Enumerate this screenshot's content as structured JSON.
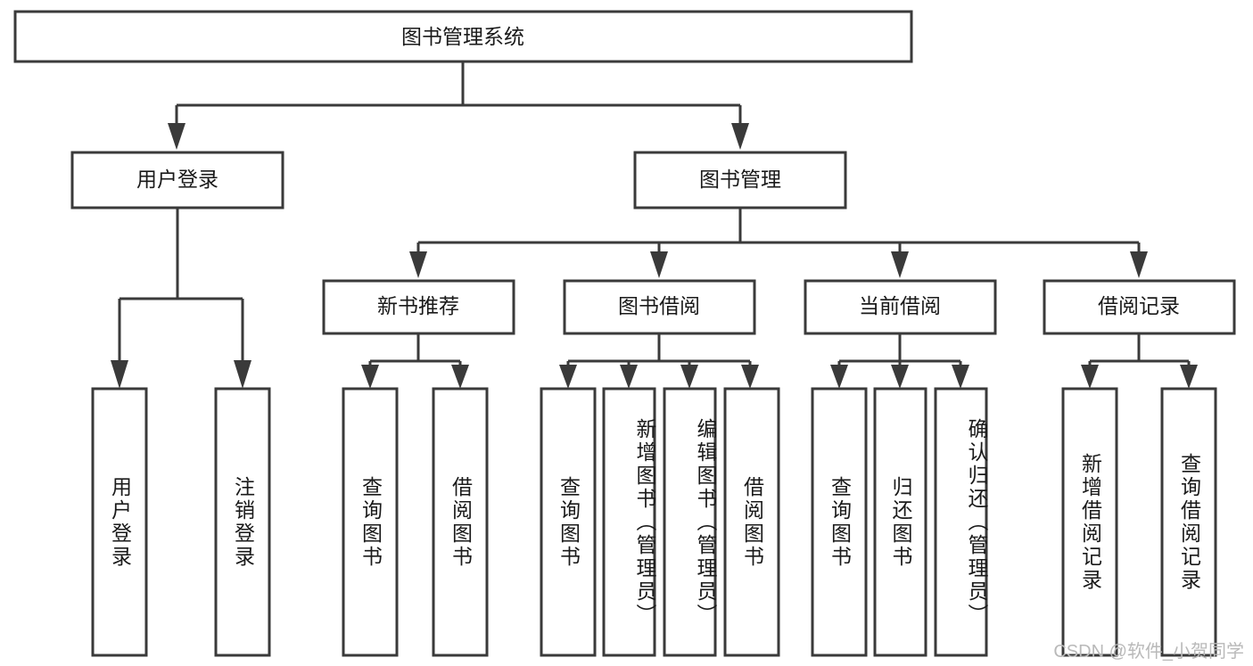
{
  "diagram": {
    "type": "tree-hierarchy",
    "title": "图书管理系统",
    "watermark": "CSDN @软件_小贺同学",
    "colors": {
      "stroke": "#3a3a3a",
      "fill": "#ffffff",
      "text": "#1a1a1a",
      "watermark": "#b9b9b9"
    },
    "levels": {
      "root": {
        "label": "图书管理系统"
      },
      "level2": [
        {
          "id": "user-login",
          "label": "用户登录"
        },
        {
          "id": "book-management",
          "label": "图书管理"
        }
      ],
      "level3": [
        {
          "id": "new-book-recommend",
          "label": "新书推荐",
          "parent": "book-management"
        },
        {
          "id": "book-borrow",
          "label": "图书借阅",
          "parent": "book-management"
        },
        {
          "id": "current-borrow",
          "label": "当前借阅",
          "parent": "book-management"
        },
        {
          "id": "borrow-record",
          "label": "借阅记录",
          "parent": "book-management"
        }
      ],
      "leaves": [
        {
          "id": "leaf-user-login",
          "label": "用户登录",
          "parent": "user-login"
        },
        {
          "id": "leaf-user-logout",
          "label": "注销登录",
          "parent": "user-login"
        },
        {
          "id": "leaf-query-book-1",
          "label": "查询图书",
          "parent": "new-book-recommend"
        },
        {
          "id": "leaf-borrow-book-1",
          "label": "借阅图书",
          "parent": "new-book-recommend"
        },
        {
          "id": "leaf-query-book-2",
          "label": "查询图书",
          "parent": "book-borrow"
        },
        {
          "id": "leaf-add-book",
          "label": "新增图书（管理员）",
          "parent": "book-borrow"
        },
        {
          "id": "leaf-edit-book",
          "label": "编辑图书（管理员）",
          "parent": "book-borrow"
        },
        {
          "id": "leaf-borrow-book-2",
          "label": "借阅图书",
          "parent": "book-borrow"
        },
        {
          "id": "leaf-query-book-3",
          "label": "查询图书",
          "parent": "current-borrow"
        },
        {
          "id": "leaf-return-book",
          "label": "归还图书",
          "parent": "current-borrow"
        },
        {
          "id": "leaf-confirm-return",
          "label": "确认归还（管理员）",
          "parent": "current-borrow"
        },
        {
          "id": "leaf-add-record",
          "label": "新增借阅记录",
          "parent": "borrow-record"
        },
        {
          "id": "leaf-query-record",
          "label": "查询借阅记录",
          "parent": "borrow-record"
        }
      ]
    }
  }
}
